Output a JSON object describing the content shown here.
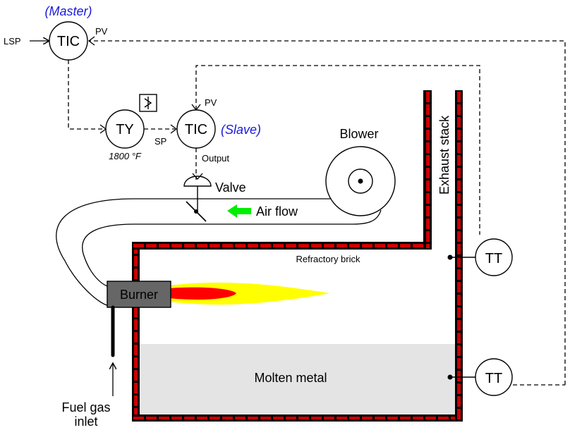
{
  "title": "Cascade temperature control of a furnace",
  "colors": {
    "accent_label": "#1a1adc",
    "brick": "#cc0000",
    "brick_mortar": "#000000",
    "flame_outer": "#ffff00",
    "flame_inner": "#ff0000",
    "airflow_arrow": "#00ee00",
    "burner": "#666666",
    "molten_metal": "#e4e4e4"
  },
  "master": {
    "role_label": "(Master)",
    "tag": "TIC",
    "lsp_label": "LSP",
    "pv_label": "PV"
  },
  "relay": {
    "tag": "TY",
    "value_label": "1800 °F",
    "function_icon": "low-select-icon"
  },
  "slave": {
    "role_label": "(Slave)",
    "tag": "TIC",
    "sp_label": "SP",
    "pv_label": "PV",
    "output_label": "Output"
  },
  "valve": {
    "label": "Valve"
  },
  "airflow": {
    "label": "Air flow"
  },
  "blower": {
    "label": "Blower"
  },
  "stack": {
    "label": "Exhaust stack"
  },
  "brick": {
    "label": "Refractory brick"
  },
  "burner": {
    "label": "Burner"
  },
  "fuel": {
    "label_line1": "Fuel gas",
    "label_line2": "inlet"
  },
  "metal": {
    "label": "Molten metal"
  },
  "transmitters": [
    {
      "tag": "TT",
      "location": "stack"
    },
    {
      "tag": "TT",
      "location": "metal"
    }
  ]
}
